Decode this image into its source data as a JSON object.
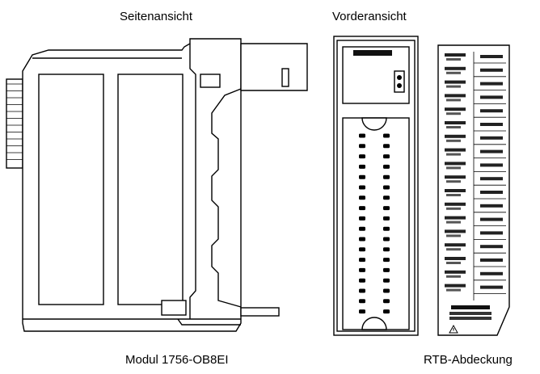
{
  "labels": {
    "side_view": "Seitenansicht",
    "front_view": "Vorderansicht",
    "module": "Modul 1756-OB8EI",
    "rtb_cover": "RTB-Abdeckung"
  },
  "connector_pin_rows": 18,
  "terminal_rows": 18
}
